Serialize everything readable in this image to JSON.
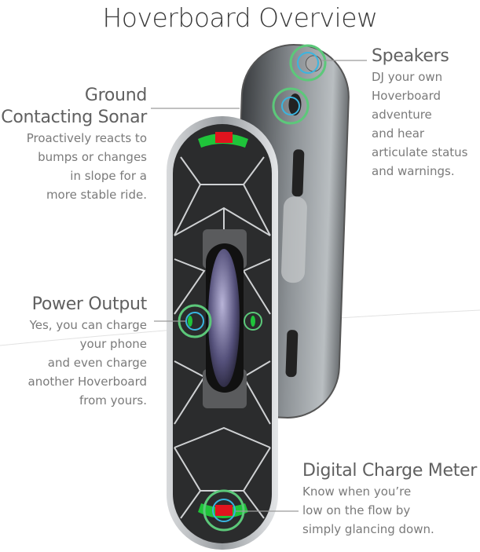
{
  "title": "Hoverboard Overview",
  "features": {
    "sonar": {
      "title_lines": [
        "Ground",
        "Contacting Sonar"
      ],
      "body_lines": [
        "Proactively reacts to",
        "bumps or changes",
        "in slope for a",
        "more stable ride."
      ]
    },
    "power": {
      "title": "Power Output",
      "body_lines": [
        "Yes, you can charge",
        "your phone",
        "and even charge",
        "another Hoverboard",
        "from yours."
      ]
    },
    "speakers": {
      "title": "Speakers",
      "body_lines": [
        "DJ your own",
        "Hoverboard",
        "adventure",
        "and hear",
        "articulate status",
        "and warnings."
      ]
    },
    "meter": {
      "title": "Digital Charge Meter",
      "body_lines": [
        "Know when you’re",
        "low on the flow by",
        "simply glancing down."
      ]
    }
  },
  "colors": {
    "highlight_ring": "#5cc87a",
    "inner_ring": "#3ab5e0",
    "led_green": "#1fc43a",
    "led_red": "#e0141e"
  }
}
